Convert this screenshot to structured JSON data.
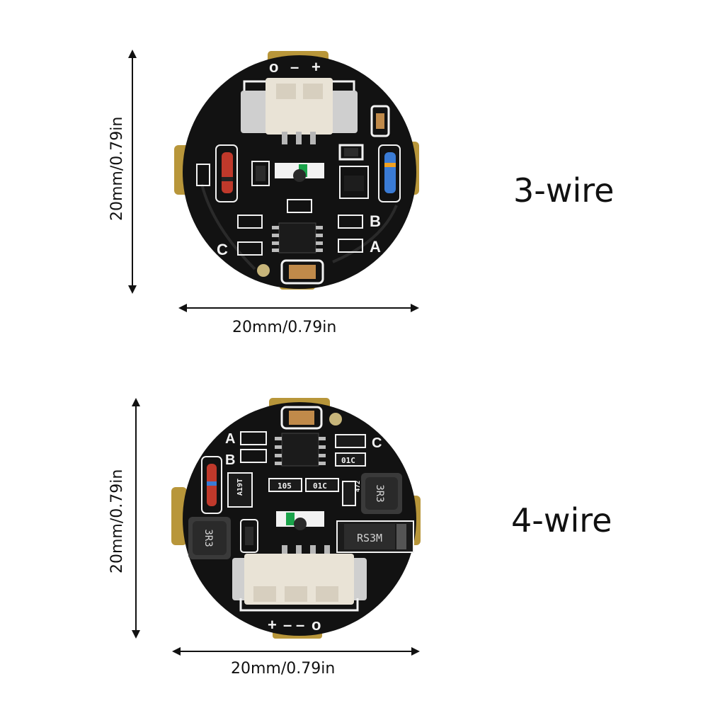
{
  "variants": [
    {
      "label": "3-wire",
      "width_label": "20mm/0.79in",
      "height_label": "20mm/0.79in",
      "connector_markings": [
        "o",
        "–",
        "+"
      ],
      "pad_markings": [
        "A",
        "B",
        "C"
      ]
    },
    {
      "label": "4-wire",
      "width_label": "20mm/0.79in",
      "height_label": "20mm/0.79in",
      "connector_markings": [
        "+",
        "–",
        "–",
        "o"
      ],
      "pad_markings": [
        "A",
        "B",
        "C"
      ],
      "component_markings": {
        "inductor_left": "3R3",
        "inductor_right": "3R3",
        "diode": "RS3M",
        "resistor_a": "105",
        "resistor_b": "01C",
        "resistor_c": "01C",
        "resistor_d": "472",
        "ic_left": "A19T"
      }
    }
  ],
  "colors": {
    "board": "#121212",
    "silkscreen": "#f2f2f2",
    "gold": "#b8963a",
    "connector": "#e9e3d6"
  }
}
